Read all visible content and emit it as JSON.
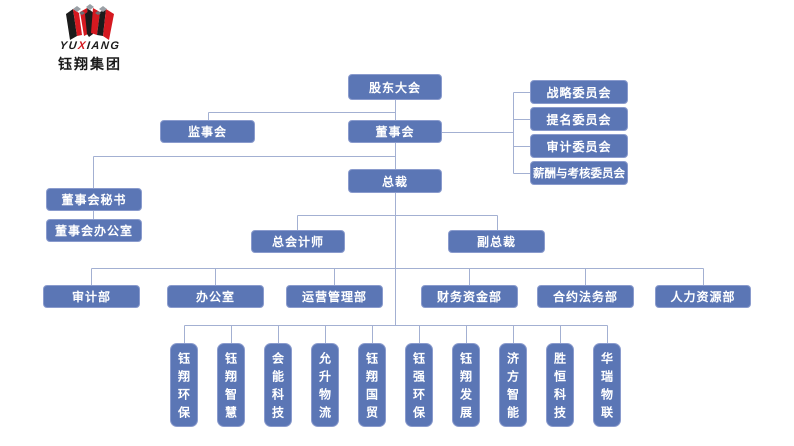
{
  "brand": {
    "logo_text_pre": "YU",
    "logo_text_x": "X",
    "logo_text_post": "IANG",
    "company_name": "钰翔集团"
  },
  "colors": {
    "box_fill": "#5b76b5",
    "box_border": "#8a9bcd",
    "box_text": "#ffffff",
    "line": "#a3b0d2",
    "logo_red": "#d51920",
    "logo_black": "#1b1b1b",
    "company_text": "#1a1a1a"
  },
  "org": {
    "type": "org-chart",
    "nodes": {
      "shareholders": "股东大会",
      "supervisory": "监事会",
      "board": "董事会",
      "strategy_committee": "战略委员会",
      "nomination_committee": "提名委员会",
      "audit_committee": "审计委员会",
      "compensation_committee": "薪酬与考核委员会",
      "president": "总裁",
      "board_secretary": "董事会秘书",
      "board_office": "董事会办公室",
      "chief_accountant": "总会计师",
      "vice_president": "副总裁",
      "audit_dept": "审计部",
      "office": "办公室",
      "operations_dept": "运营管理部",
      "finance_dept": "财务资金部",
      "legal_dept": "合约法务部",
      "hr_dept": "人力资源部"
    },
    "subsidiaries": [
      "钰翔环保",
      "钰翔智慧",
      "会能科技",
      "允升物流",
      "钰翔国贸",
      "钰强环保",
      "钰翔发展",
      "济方智能",
      "胜恒科技",
      "华瑞物联"
    ],
    "hierarchy": {
      "股东大会": [
        "监事会",
        "董事会"
      ],
      "董事会": [
        "战略委员会",
        "提名委员会",
        "审计委员会",
        "薪酬与考核委员会",
        "总裁",
        "董事会秘书"
      ],
      "董事会秘书": [
        "董事会办公室"
      ],
      "总裁": [
        "总会计师",
        "副总裁",
        "审计部",
        "办公室",
        "运营管理部",
        "财务资金部",
        "合约法务部",
        "人力资源部",
        "钰翔环保",
        "钰翔智慧",
        "会能科技",
        "允升物流",
        "钰翔国贸",
        "钰强环保",
        "钰翔发展",
        "济方智能",
        "胜恒科技",
        "华瑞物联"
      ]
    }
  }
}
